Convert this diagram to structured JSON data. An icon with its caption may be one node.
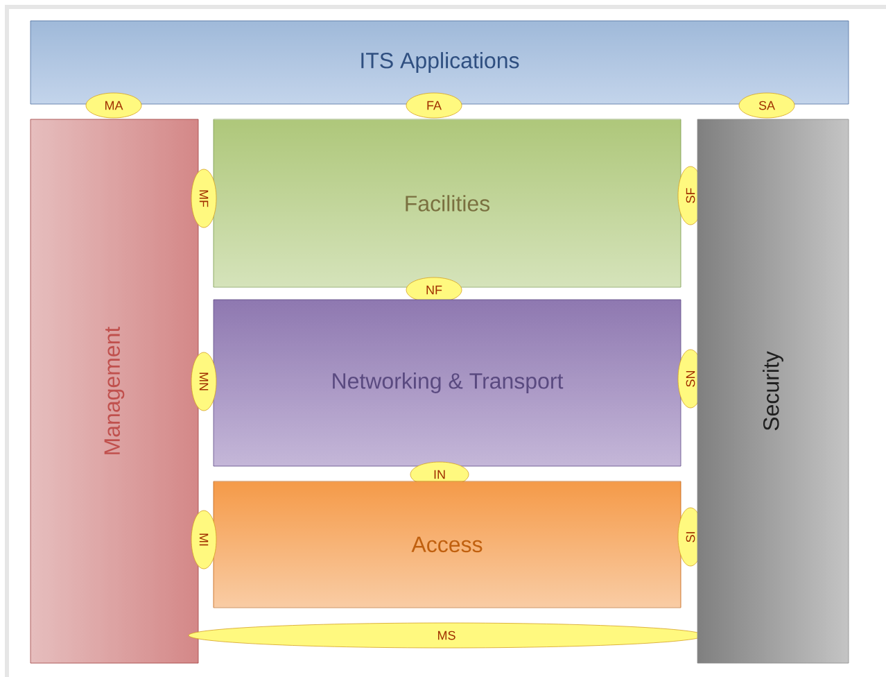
{
  "diagram": {
    "nodes": [
      {
        "text": [
          "ITS Applications"
        ]
      },
      {
        "text": [
          "MA"
        ]
      },
      {
        "text": [
          "FA"
        ]
      },
      {
        "text": [
          "SA"
        ]
      },
      {
        "text": [
          "Management"
        ]
      },
      {
        "text": [
          "Facilities"
        ]
      },
      {
        "text": [
          "MF"
        ]
      },
      {
        "text": [
          "SF"
        ]
      },
      {
        "text": [
          "NF"
        ]
      },
      {
        "text": [
          "Networking & Transport"
        ]
      },
      {
        "text": [
          "MN"
        ]
      },
      {
        "text": [
          "SN"
        ]
      },
      {
        "text": [
          "IN"
        ]
      },
      {
        "text": [
          "Access"
        ]
      },
      {
        "text": [
          "MI"
        ]
      },
      {
        "text": [
          "SI"
        ]
      },
      {
        "text": [
          "MS"
        ]
      },
      {
        "text": [
          "Security"
        ]
      }
    ]
  }
}
